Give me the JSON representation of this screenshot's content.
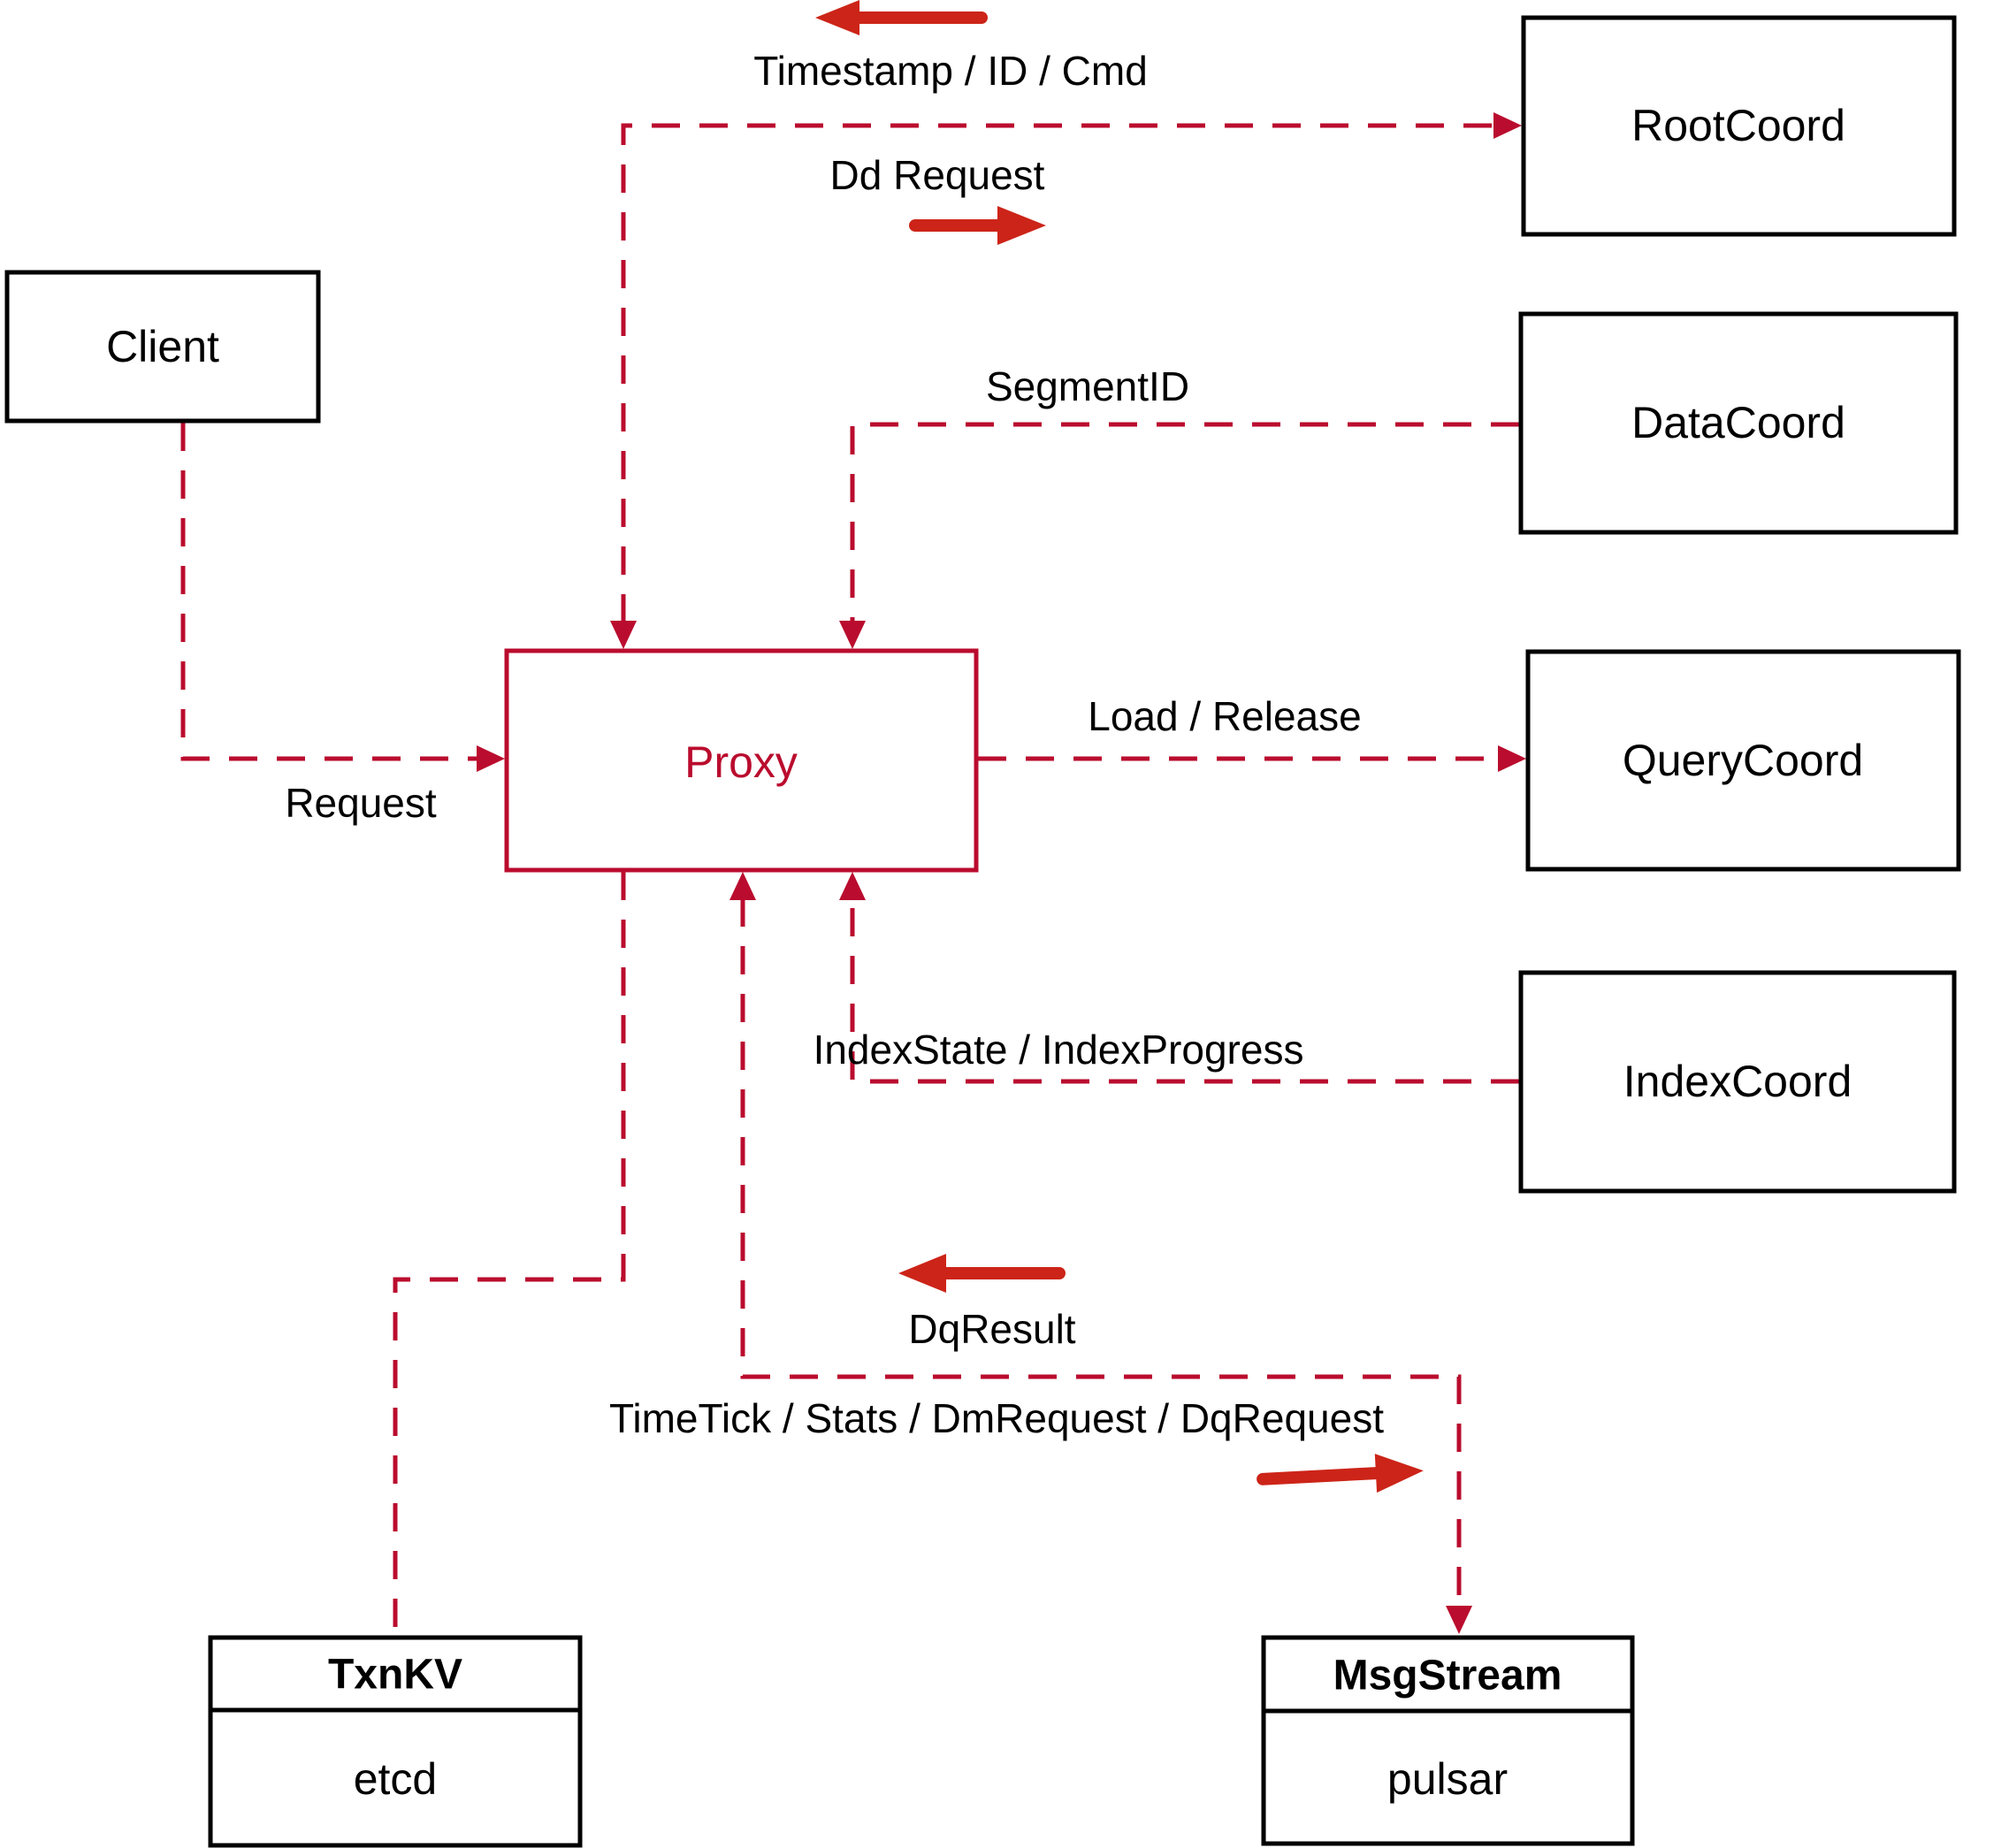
{
  "diagram": {
    "title": "Milvus Proxy architecture diagram",
    "colors": {
      "edge_dashed_red": "#ba0c2e",
      "flow_arrow_red": "#cc2418",
      "node_border_black": "#000000",
      "proxy_red": "#ba0c2e",
      "label_black": "#000000",
      "background": "#ffffff"
    },
    "nodes": {
      "client": {
        "label": "Client"
      },
      "root_coord": {
        "label": "RootCoord"
      },
      "data_coord": {
        "label": "DataCoord"
      },
      "query_coord": {
        "label": "QueryCoord"
      },
      "index_coord": {
        "label": "IndexCoord"
      },
      "proxy": {
        "label": "Proxy"
      },
      "txn_kv": {
        "title": "TxnKV",
        "impl": "etcd"
      },
      "msg_stream": {
        "title": "MsgStream",
        "impl": "pulsar"
      }
    },
    "edges": [
      {
        "from": "Proxy",
        "to": "RootCoord",
        "bidirectional": true,
        "label_return": "Timestamp / ID / Cmd",
        "label_send": "Dd Request"
      },
      {
        "from": "DataCoord",
        "to": "Proxy",
        "label": "SegmentID"
      },
      {
        "from": "Client",
        "to": "Proxy",
        "label": "Request"
      },
      {
        "from": "Proxy",
        "to": "QueryCoord",
        "label": "Load / Release"
      },
      {
        "from": "IndexCoord",
        "to": "Proxy",
        "label": "IndexState / IndexProgress"
      },
      {
        "from": "Proxy",
        "to": "TxnKV"
      },
      {
        "from": "Proxy",
        "to": "MsgStream",
        "bidirectional": true,
        "label_return": "DqResult",
        "label_send": "TimeTick / Stats / DmRequest / DqRequest"
      }
    ]
  }
}
